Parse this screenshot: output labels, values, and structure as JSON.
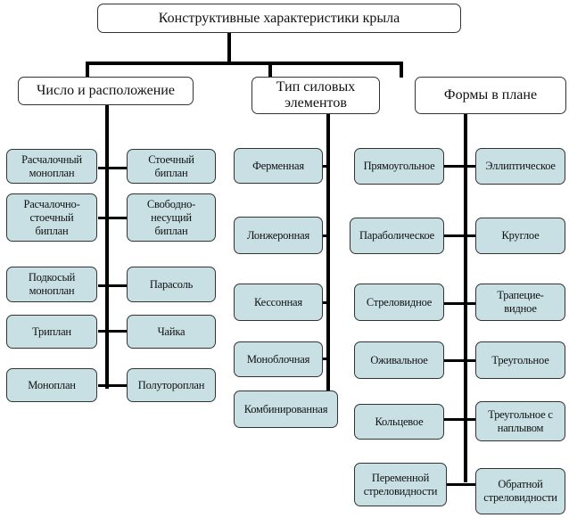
{
  "title": "Конструктивные характеристики крыла",
  "categories": [
    {
      "label": "Число и расположение",
      "left_items": [
        "Расчалочный\nмоноплан",
        "Расчалочно-\nстоечный\nбиплан",
        "Подкосый\nмоноплан",
        "Триплан",
        "Моноплан"
      ],
      "right_items": [
        "Стоечный\nбиплан",
        "Свободно-\nнесущий\nбиплан",
        "Парасоль",
        "Чайка",
        "Полутороплан"
      ]
    },
    {
      "label": "Тип силовых\nэлементов",
      "items": [
        "Ферменная",
        "Лонжеронная",
        "Кессонная",
        "Моноблочная",
        "Комбинированная"
      ]
    },
    {
      "label": "Формы в плане",
      "left_items": [
        "Прямоугольное",
        "Параболическое",
        "Стреловидное",
        "Оживальное",
        "Кольцевое",
        "Переменной\nстреловидности"
      ],
      "right_items": [
        "Эллиптическое",
        "Круглое",
        "Трапецие-\nвидное",
        "Треугольное",
        "Треугольное с\nнаплывом",
        "Обратной\nстреловидности"
      ]
    }
  ],
  "colors": {
    "box_fill": "#c8e0e4",
    "header_fill": "#ffffff",
    "connector": "#000000",
    "border": "#333333"
  }
}
